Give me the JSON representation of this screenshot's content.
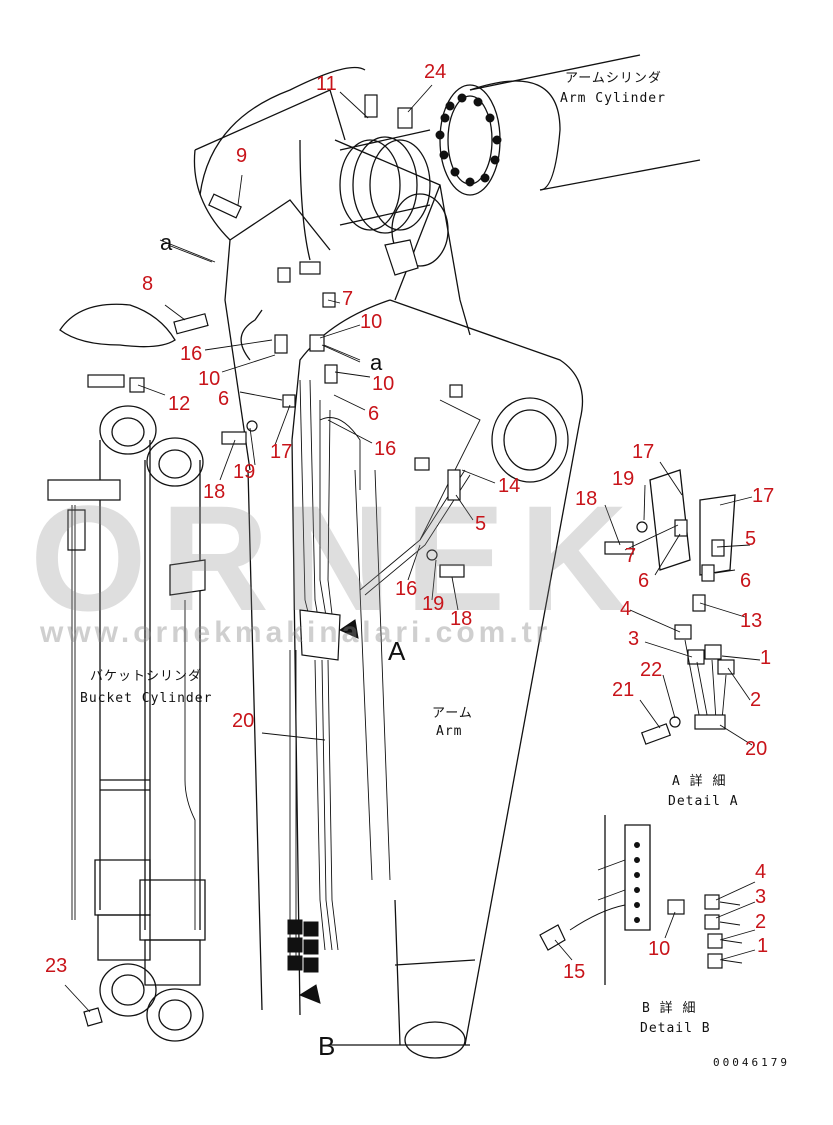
{
  "diagram": {
    "labels": {
      "arm_cylinder_jp": "アームシリンダ",
      "arm_cylinder_en": "Arm Cylinder",
      "bucket_cylinder_jp": "バケットシリンダ",
      "bucket_cylinder_en": "Bucket Cylinder",
      "arm_jp": "アーム",
      "arm_en": "Arm",
      "detail_a_jp": "A 詳 細",
      "detail_a_en": "Detail A",
      "detail_b_jp": "B 詳 細",
      "detail_b_en": "Detail B",
      "view_a": "A",
      "view_b": "B",
      "section_a_top": "a",
      "section_a_mid": "a",
      "drawing_code": "00046179"
    },
    "watermark": {
      "brand": "ORNEK",
      "url": "www.ornekmakinalari.com.tr"
    },
    "callouts": [
      {
        "n": "11"
      },
      {
        "n": "24"
      },
      {
        "n": "9"
      },
      {
        "n": "8"
      },
      {
        "n": "7"
      },
      {
        "n": "10"
      },
      {
        "n": "16"
      },
      {
        "n": "10"
      },
      {
        "n": "10"
      },
      {
        "n": "6"
      },
      {
        "n": "12"
      },
      {
        "n": "6"
      },
      {
        "n": "16"
      },
      {
        "n": "17"
      },
      {
        "n": "19"
      },
      {
        "n": "18"
      },
      {
        "n": "14"
      },
      {
        "n": "5"
      },
      {
        "n": "16"
      },
      {
        "n": "19"
      },
      {
        "n": "18"
      },
      {
        "n": "20"
      },
      {
        "n": "23"
      },
      {
        "n": "17"
      },
      {
        "n": "19"
      },
      {
        "n": "18"
      },
      {
        "n": "17"
      },
      {
        "n": "7"
      },
      {
        "n": "5"
      },
      {
        "n": "6"
      },
      {
        "n": "6"
      },
      {
        "n": "13"
      },
      {
        "n": "4"
      },
      {
        "n": "3"
      },
      {
        "n": "1"
      },
      {
        "n": "22"
      },
      {
        "n": "21"
      },
      {
        "n": "2"
      },
      {
        "n": "20"
      },
      {
        "n": "4"
      },
      {
        "n": "3"
      },
      {
        "n": "2"
      },
      {
        "n": "10"
      },
      {
        "n": "1"
      },
      {
        "n": "15"
      }
    ]
  }
}
